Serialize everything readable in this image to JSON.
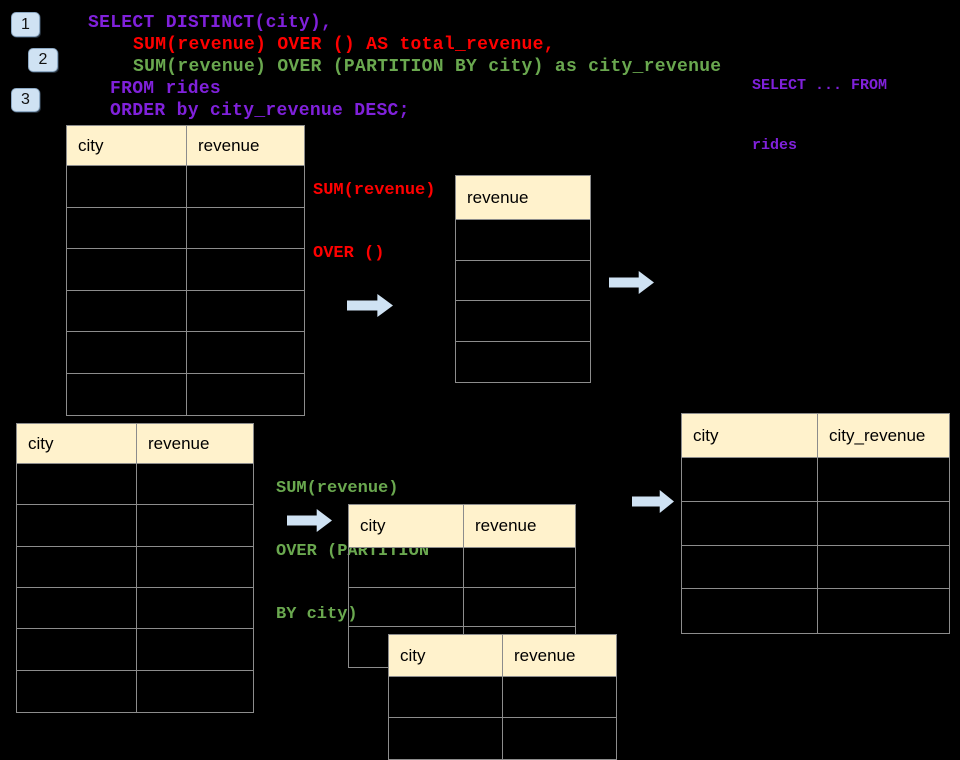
{
  "colors": {
    "page_bg": "#000000",
    "sql_purple": "#8021DB",
    "sql_red": "#FF0000",
    "sql_green": "#6AA84F",
    "arrow_blue": "#CFE2F3",
    "badge_bg": "#CFE2F3",
    "badge_border": "#8DA9C4",
    "table_header_bg": "#FFF2CC",
    "table_border": "#8C8C8C"
  },
  "badges": [
    {
      "label": "1"
    },
    {
      "label": "2"
    },
    {
      "label": "3"
    }
  ],
  "code": {
    "lines": [
      {
        "text": "SELECT DISTINCT(city),",
        "color": "purple"
      },
      {
        "text": "SUM(revenue) OVER () AS total_revenue,",
        "color": "red"
      },
      {
        "text": "SUM(revenue) OVER (PARTITION BY city) as city_revenue",
        "color": "green"
      },
      {
        "text": "FROM rides",
        "color": "purple"
      },
      {
        "text": "ORDER by city_revenue DESC;",
        "color": "purple"
      }
    ]
  },
  "side_note": {
    "lines": [
      "SELECT ... FROM",
      "rides"
    ]
  },
  "annotations": {
    "total_revenue": {
      "lines": [
        "SUM(revenue)",
        "OVER ()"
      ]
    },
    "city_revenue": {
      "lines": [
        "SUM(revenue)",
        "OVER (PARTITION",
        "BY city)"
      ]
    }
  },
  "tables": {
    "source_top": {
      "headers": [
        "city",
        "revenue"
      ],
      "rows": 6
    },
    "total_result": {
      "headers": [
        "revenue"
      ],
      "rows": 4
    },
    "source_bottom": {
      "headers": [
        "city",
        "revenue"
      ],
      "rows": 6
    },
    "partition_back": {
      "headers": [
        "city",
        "revenue"
      ],
      "rows": 3
    },
    "partition_front": {
      "headers": [
        "city",
        "revenue"
      ],
      "rows": 2
    },
    "city_result": {
      "headers": [
        "city",
        "city_revenue"
      ],
      "rows": 4
    }
  }
}
